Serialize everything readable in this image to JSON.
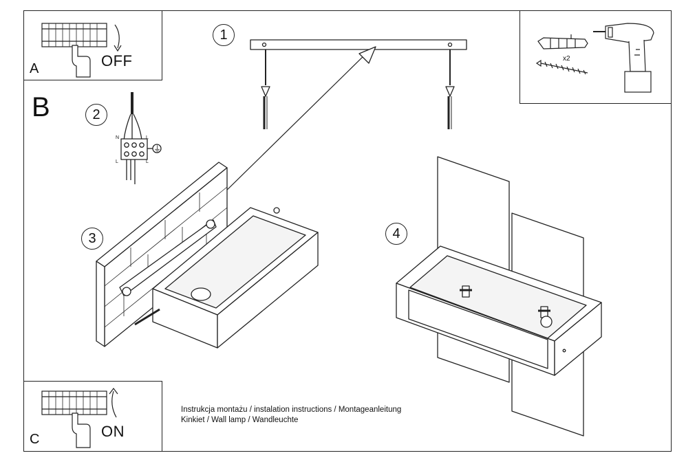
{
  "panels": {
    "a": {
      "letter": "A",
      "state": "OFF"
    },
    "b": {
      "letter": "B"
    },
    "c": {
      "letter": "C",
      "state": "ON"
    }
  },
  "steps": [
    "1",
    "2",
    "3",
    "4"
  ],
  "tools": {
    "quantity": "x2"
  },
  "wiring": {
    "left_terminals": [
      "N",
      "L"
    ],
    "right_terminals": [
      "L",
      "L"
    ],
    "ground_symbol": "⏚"
  },
  "caption": {
    "line1": "Instrukcja montażu / instalation instructions / Montageanleitung",
    "line2": "Kinkiet / Wall lamp / Wandleuchte"
  }
}
